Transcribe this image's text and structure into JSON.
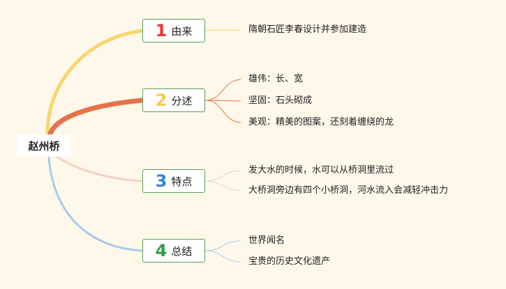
{
  "root": {
    "label": "赵州桥"
  },
  "branches": [
    {
      "number": "1",
      "label": "由来",
      "color": "#f9d56e",
      "num_color": "#e53935",
      "leaves": [
        "隋朝石匠李春设计并参加建造"
      ]
    },
    {
      "number": "2",
      "label": "分述",
      "color": "#e5734a",
      "num_color": "#f7c948",
      "leaves": [
        "雄伟：长、宽",
        "坚固：石头砌成",
        "美观：精美的图案，还刻着缠绕的龙"
      ]
    },
    {
      "number": "3",
      "label": "特点",
      "color": "#f5d0c5",
      "num_color": "#2e86de",
      "leaves": [
        "发大水的时候，水可以从桥洞里流过",
        "大桥洞旁边有四个小桥洞，河水流入会减轻冲击力"
      ]
    },
    {
      "number": "4",
      "label": "总结",
      "color": "#a9c9ea",
      "num_color": "#2e9e44",
      "leaves": [
        "世界闻名",
        "宝贵的历史文化遗产"
      ]
    }
  ]
}
